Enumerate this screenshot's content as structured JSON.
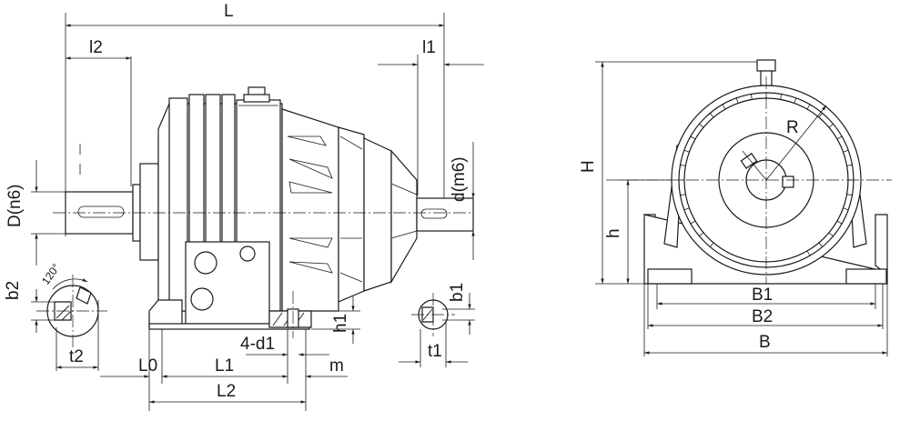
{
  "dimensions": {
    "L": "L",
    "l2": "l2",
    "l1": "l1",
    "D": "D(n6)",
    "d": "d(m6)",
    "b2": "b2",
    "t2": "t2",
    "b1": "b1",
    "t1": "t1",
    "h1": "h1",
    "angle": "120°",
    "L0": "L0",
    "L1": "L1",
    "L2": "L2",
    "m": "m",
    "bolts": "4-d1",
    "H": "H",
    "h": "h",
    "R": "R",
    "B1": "B1",
    "B2": "B2",
    "B": "B"
  }
}
